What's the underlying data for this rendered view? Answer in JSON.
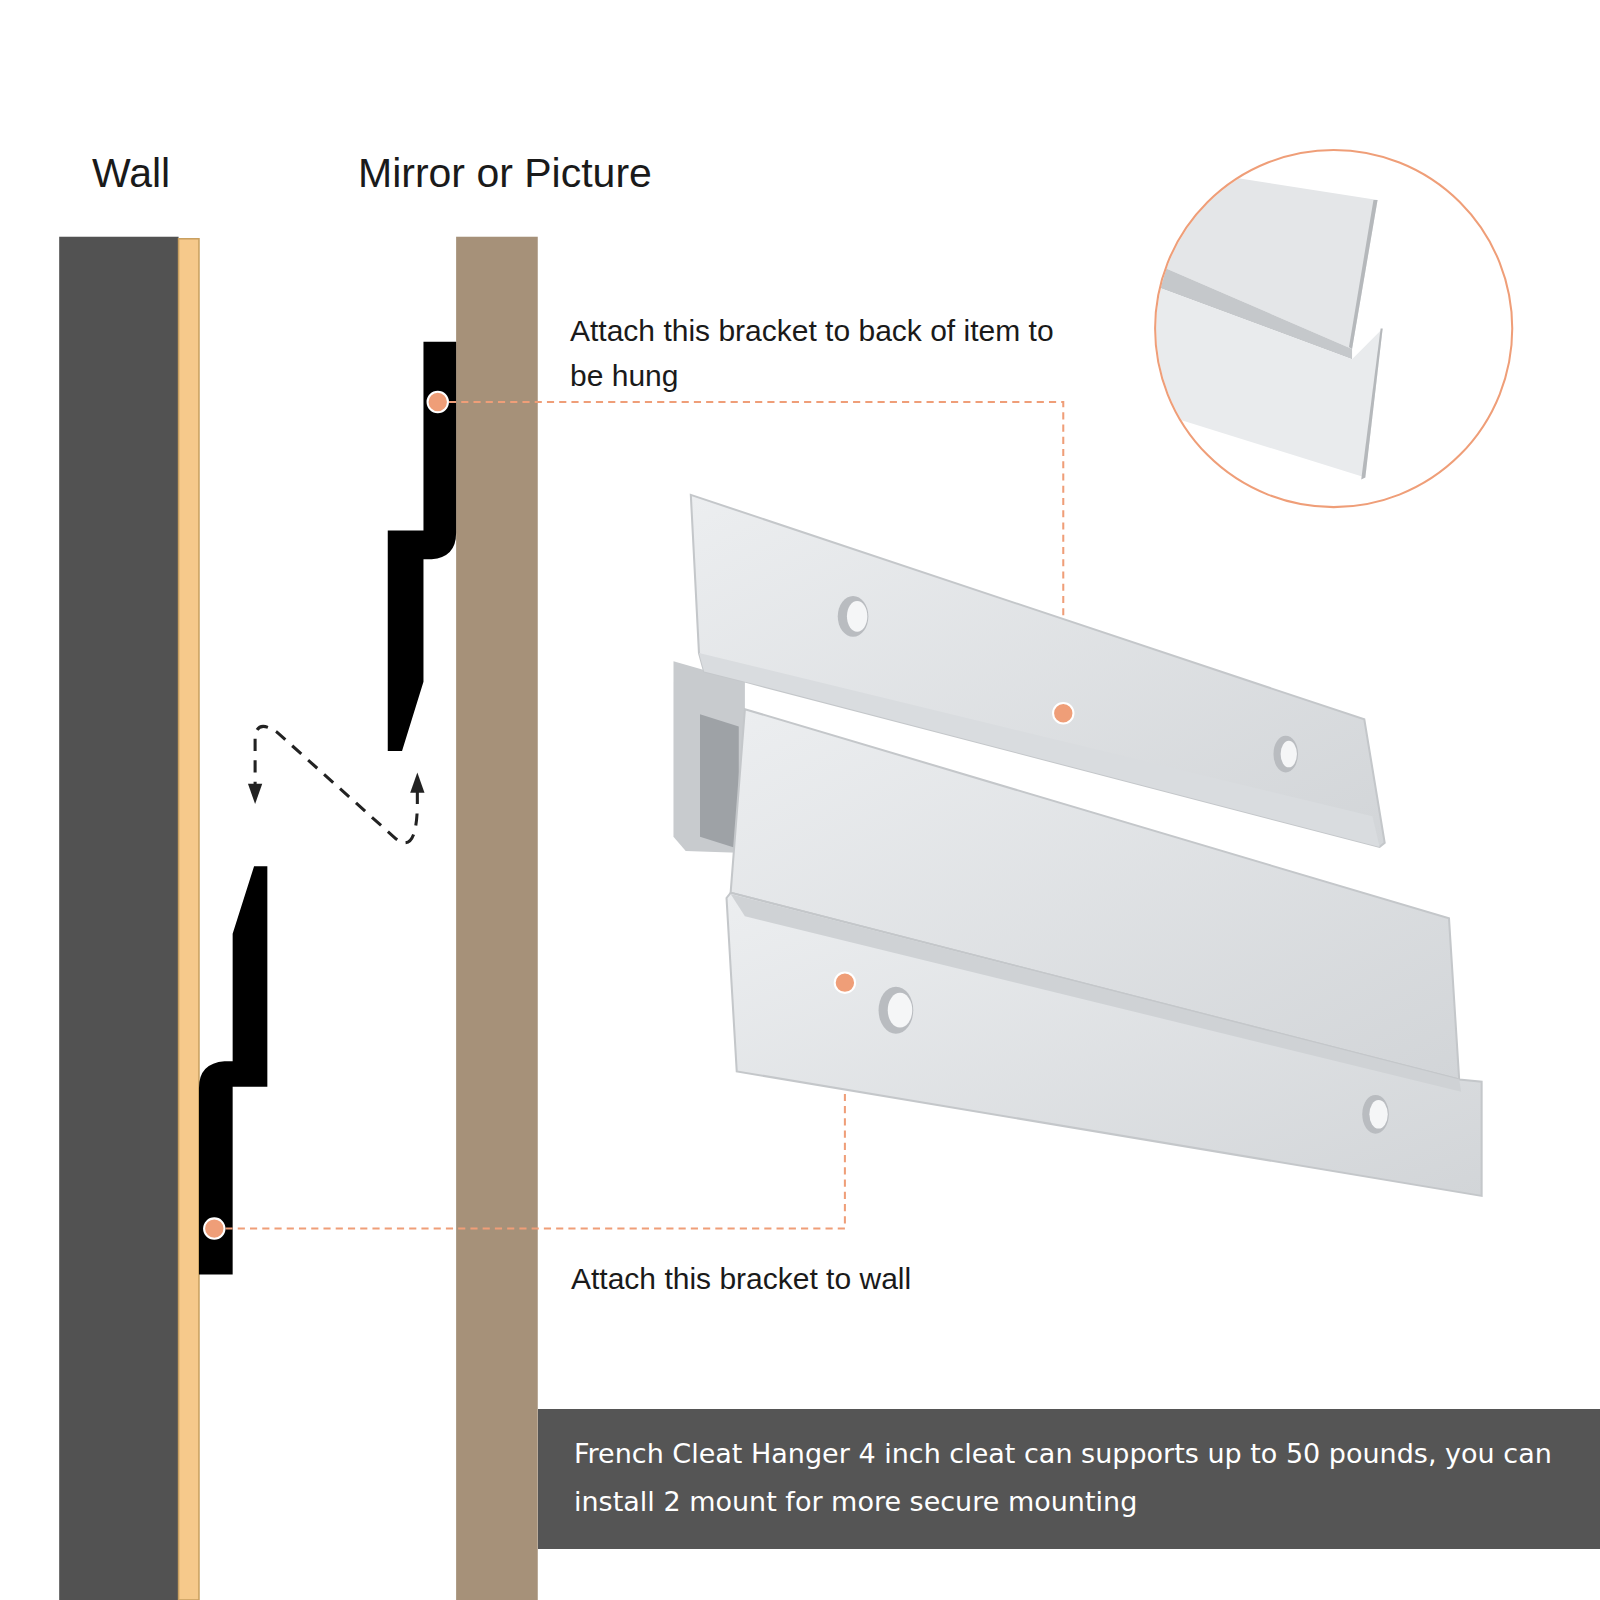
{
  "diagram": {
    "nodes": [
      {
        "text": [
          "French Cleat Hanger 4 inch cleat can supports up to 50 pounds, you can install 2 mount for more secure mounting"
        ]
      }
    ],
    "labels": [
      "Wall",
      "Mirror or Picture",
      "Attach this bracket to back of item to be hung",
      "Attach this bracket to wall"
    ]
  }
}
